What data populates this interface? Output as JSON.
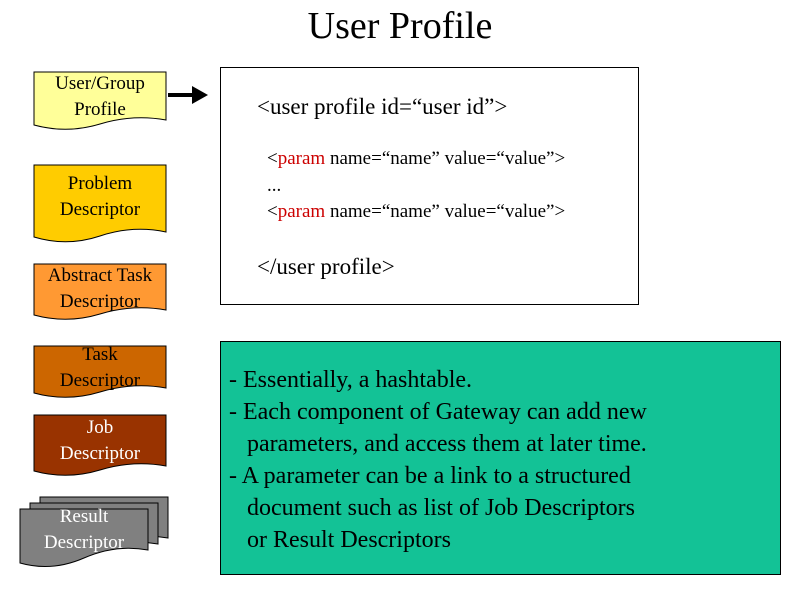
{
  "title": "User Profile",
  "descriptors": [
    {
      "line1": "User/Group",
      "line2": "Profile",
      "fill": "#ffff99"
    },
    {
      "line1": "Problem",
      "line2": "Descriptor",
      "fill": "#ffcc00"
    },
    {
      "line1": "Abstract Task",
      "line2": "Descriptor",
      "fill": "#ff9933"
    },
    {
      "line1": "Task",
      "line2": "Descriptor",
      "fill": "#cc6600"
    },
    {
      "line1": "Job",
      "line2": "Descriptor",
      "fill": "#993300",
      "text_color": "#ffffff"
    },
    {
      "line1": "Result",
      "line2": "Descriptor",
      "fill": "#808080",
      "text_color": "#ffffff"
    }
  ],
  "code": {
    "open": "<user profile id=“user id”>",
    "param_keyword": "param",
    "param_rest": " name=“name” value=“value”>",
    "param_open": "<",
    "ellipsis": "...",
    "close": "</user profile>"
  },
  "notes": [
    "- Essentially, a hashtable.",
    "- Each component of Gateway can add new",
    "   parameters, and access them at later time.",
    "- A parameter can be a link to a structured",
    "   document such as list of Job Descriptors",
    "   or Result Descriptors"
  ],
  "colors": {
    "notes_background": "#13c296",
    "param_keyword": "#cc0000"
  }
}
